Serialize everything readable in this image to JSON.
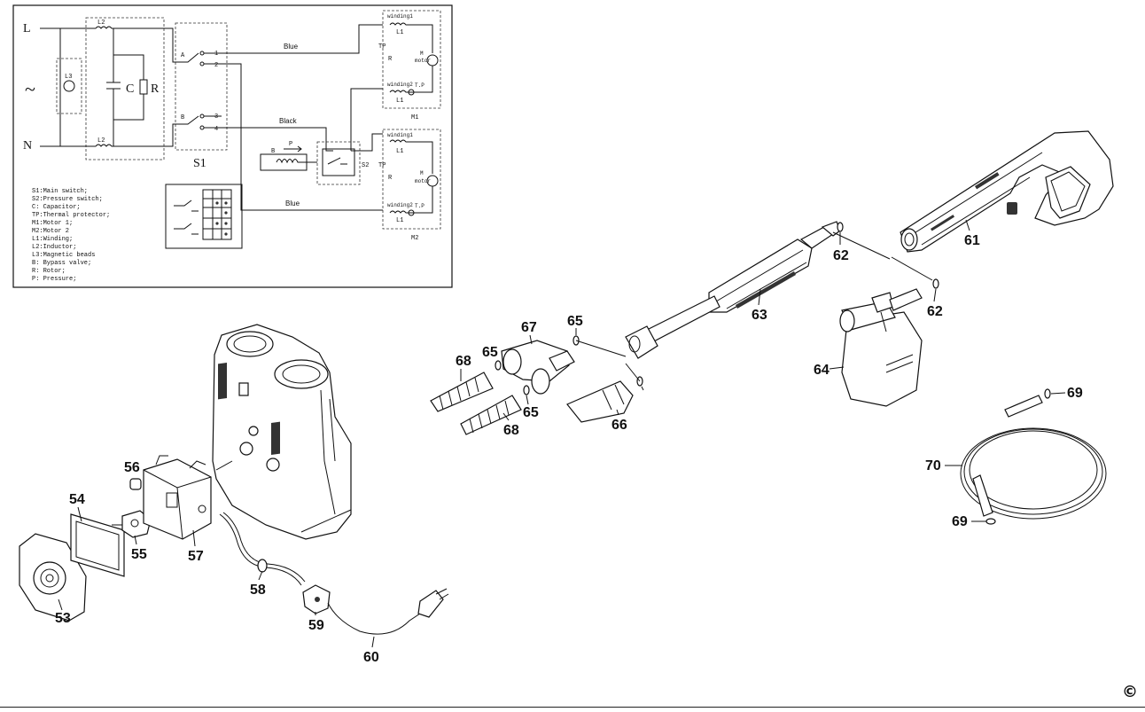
{
  "schematic": {
    "line_labels": [
      "L",
      "N"
    ],
    "ac_symbol": "~",
    "component_labels": {
      "L2_top": "L2",
      "L2_bottom": "L2",
      "L3": "L3",
      "C": "C",
      "R": "R",
      "S1": "S1",
      "S2": "S2",
      "A": "A",
      "B": "B",
      "B_valve": "B",
      "P": "P",
      "sw1": "1",
      "sw2": "2",
      "sw3": "3",
      "sw4": "4",
      "TP1": "TP",
      "TP2": "TP",
      "R1": "R",
      "R2": "R",
      "L1a": "L1",
      "L1b": "L1",
      "L1c": "L1",
      "L1d": "L1",
      "TP_small1": "T.P",
      "TP_small2": "T.P",
      "M1": "M1",
      "M2": "M2"
    },
    "wire_labels": {
      "blue_top": "Blue",
      "black": "Black",
      "blue_bottom": "Blue"
    },
    "motor_parts": {
      "winding1": "winding1",
      "winding2": "winding2",
      "motor": "motor",
      "M": "M"
    },
    "legend": [
      "S1:Main switch;",
      "S2:Pressure switch;",
      "C: Capacitor;",
      "TP:Thermal protector;",
      "M1:Motor 1;",
      "M2:Motor 2",
      "L1:Winding;",
      "L2:Inductor;",
      "L3:Magnetic beads",
      "B: Bypass valve;",
      "R: Rotor;",
      "P: Pressure;"
    ]
  },
  "parts": {
    "p53": "53",
    "p54": "54",
    "p55": "55",
    "p56": "56",
    "p57": "57",
    "p58": "58",
    "p59": "59",
    "p60": "60",
    "p61": "61",
    "p62a": "62",
    "p62b": "62",
    "p63": "63",
    "p64": "64",
    "p65a": "65",
    "p65b": "65",
    "p65c": "65",
    "p66": "66",
    "p67": "67",
    "p68a": "68",
    "p68b": "68",
    "p69a": "69",
    "p69b": "69",
    "p70": "70"
  },
  "copyright": "©"
}
